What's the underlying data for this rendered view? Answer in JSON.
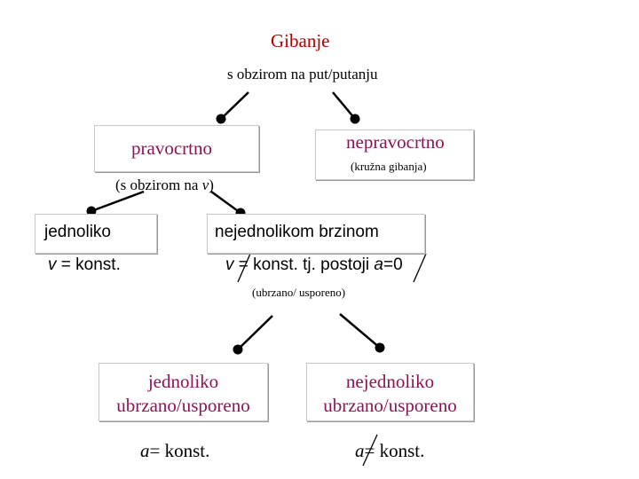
{
  "root": {
    "title": "Gibanje",
    "criterion": "s obzirom na put/putanju"
  },
  "level1": {
    "left": {
      "label": "pravocrtno"
    },
    "right": {
      "label": "nepravocrtno",
      "note": "(kružna gibanja)"
    }
  },
  "criterion_v": {
    "prefix": "(s obzirom na ",
    "var": "v",
    "suffix": ")"
  },
  "level2": {
    "left": {
      "label": "jednoliko",
      "formula_var": "v",
      "formula_rest": " = konst."
    },
    "right": {
      "label": "nejednolikom brzinom",
      "formula_var": "v",
      "formula_mid": " = konst. tj. postoji ",
      "formula_var2": "a",
      "formula_end": "=0",
      "note": "(ubrzano/ usporeno)"
    }
  },
  "level3": {
    "left": {
      "line1": "jednoliko",
      "line2": "ubrzano/usporeno",
      "formula_var": "a",
      "formula_rest": "= konst."
    },
    "right": {
      "line1": "nejednoliko",
      "line2": "ubrzano/usporeno",
      "formula_var": "a",
      "formula_rest": "= konst."
    }
  },
  "colors": {
    "title": "#b00000",
    "node": "#8b1456",
    "arrow": "#000000",
    "box_border": "#c8c8c8"
  }
}
